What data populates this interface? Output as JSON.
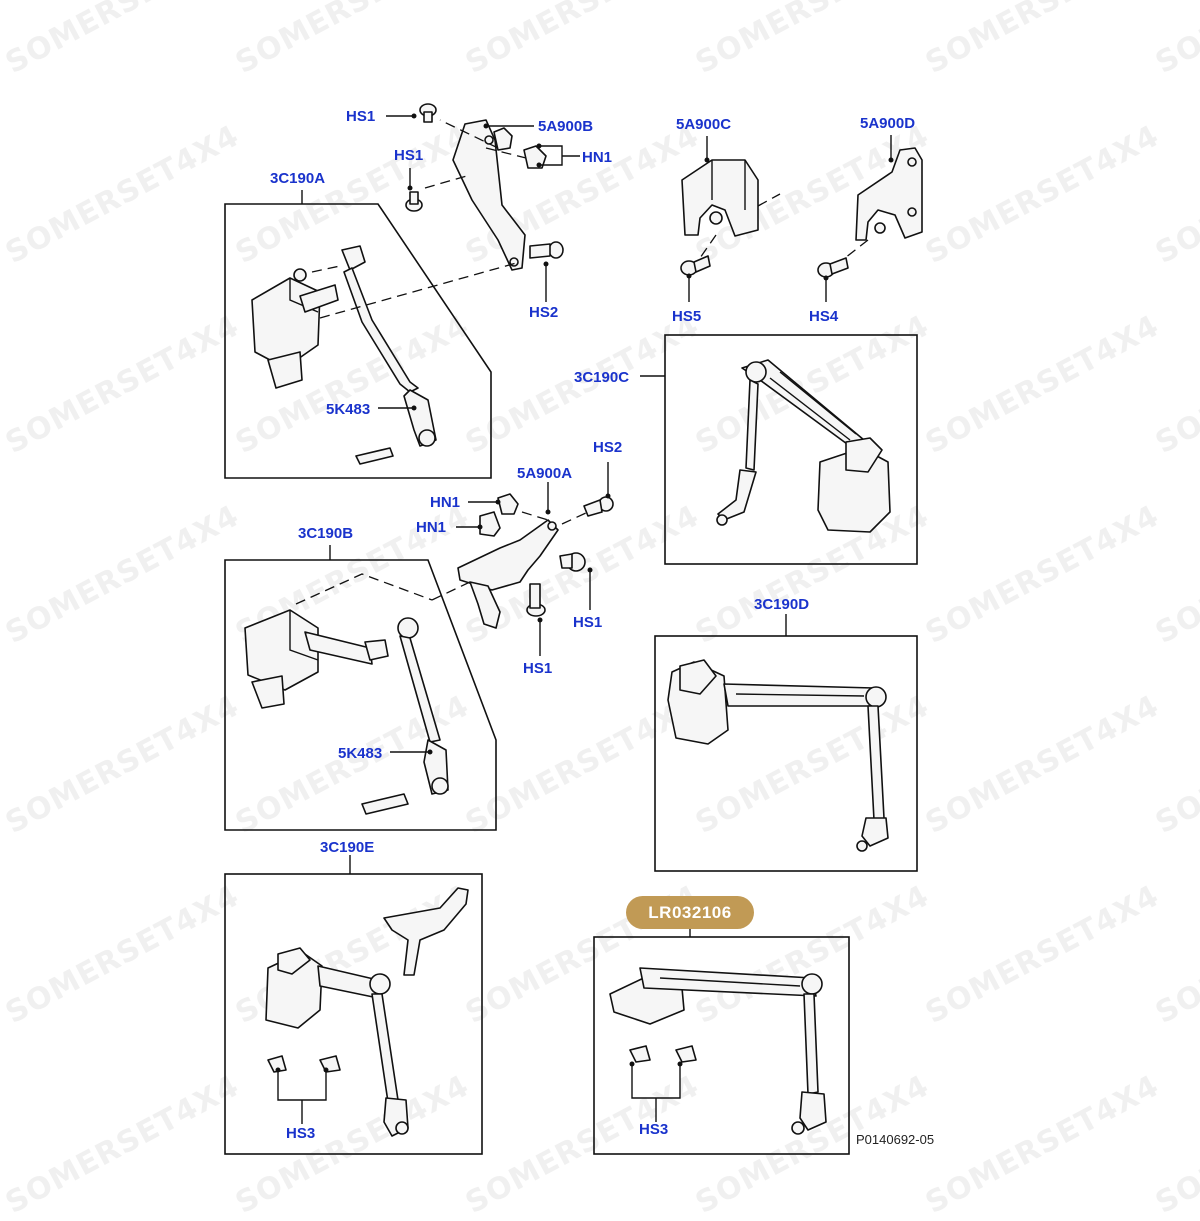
{
  "watermark": "SOMERSET4X4",
  "callout_part": "LR032106",
  "reference_code": "P0140692-05",
  "label_color": "#1a33cc",
  "callout_color": "#c19a55",
  "labels": {
    "hs1_top": "HS1",
    "a5900b": "5A900B",
    "hs1_mid": "HS1",
    "hn1_top": "HN1",
    "c3190a": "3C190A",
    "hs2_top": "HS2",
    "k5483_a": "5K483",
    "a5900c": "5A900C",
    "hs5": "HS5",
    "a5900d": "5A900D",
    "hs4": "HS4",
    "c3190c": "3C190C",
    "hs2_mid": "HS2",
    "a5900a": "5A900A",
    "hn1_a": "HN1",
    "hn1_b": "HN1",
    "c3190b": "3C190B",
    "hs1_right": "HS1",
    "hs1_bottom": "HS1",
    "k5483_b": "5K483",
    "c3190d": "3C190D",
    "c3190e": "3C190E",
    "hs3_left": "HS3",
    "hs3_right": "HS3"
  }
}
